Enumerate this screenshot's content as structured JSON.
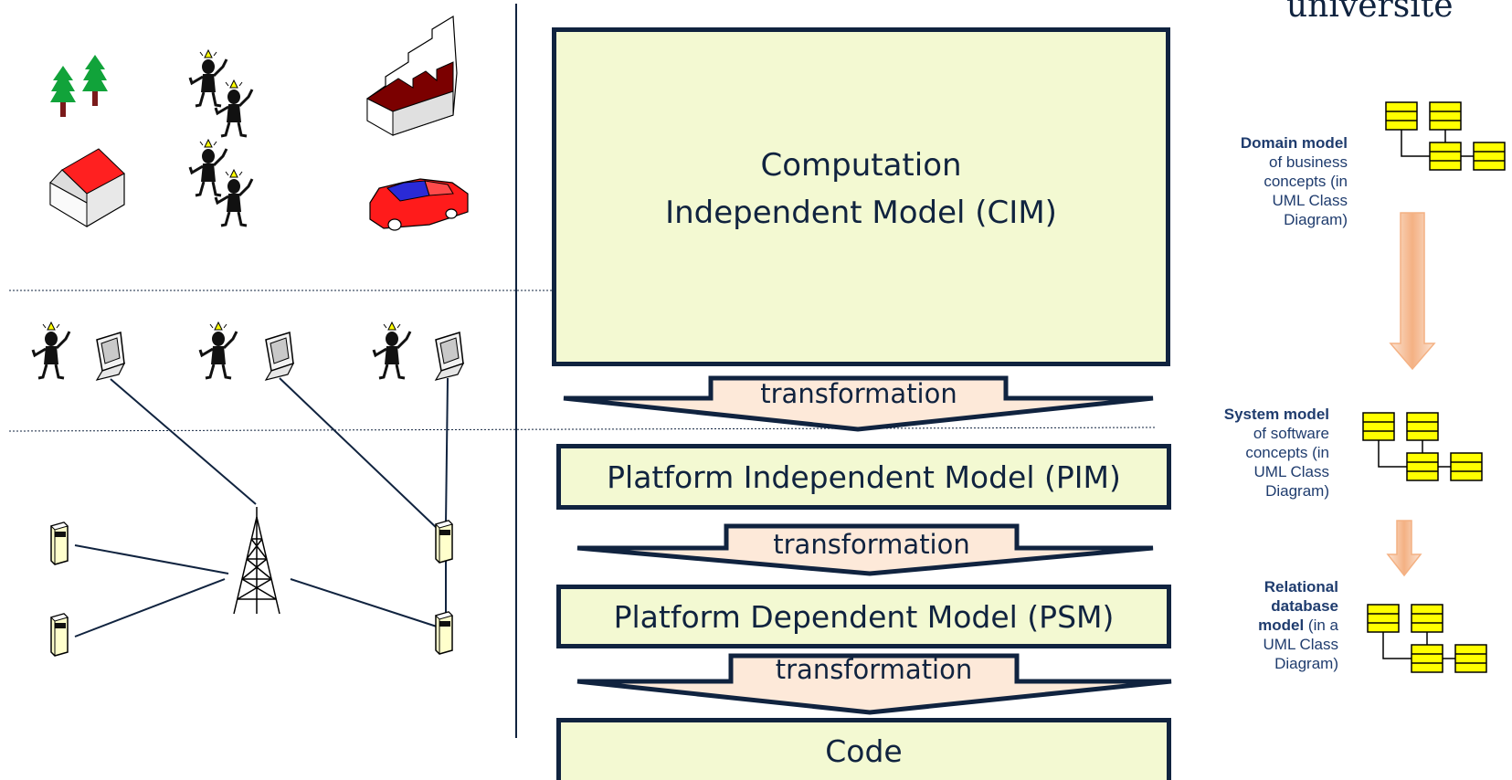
{
  "brand": {
    "text": "universite"
  },
  "models": {
    "cim": {
      "line1": "Computation",
      "line2": "Independent Model (CIM)"
    },
    "pim": {
      "label": "Platform Independent Model (PIM)"
    },
    "psm": {
      "label": "Platform Dependent Model (PSM)"
    },
    "code": {
      "label": "Code"
    }
  },
  "transformations": [
    "transformation",
    "transformation",
    "transformation"
  ],
  "notes": {
    "domain": {
      "bold": "Domain model",
      "rest": [
        "of business",
        "concepts (in",
        "UML Class",
        "Diagram)"
      ]
    },
    "system": {
      "bold": "System model",
      "rest": [
        "of software",
        "concepts (in",
        "UML Class",
        "Diagram)"
      ]
    },
    "relational": {
      "bold": [
        "Relational",
        "database",
        "model"
      ],
      "inline_rest": " (in a",
      "rest": [
        "UML Class",
        "Diagram)"
      ]
    }
  },
  "colors": {
    "navy": "#10233f",
    "box_fill": "#f3f9d2",
    "trans_fill": "#fde9d9",
    "class_yellow": "#ffff00",
    "arrow_orange": "#f4b183",
    "note_text": "#1f3c6e"
  },
  "icons": [
    "tree-icon",
    "person-icon",
    "factory-icon",
    "house-icon",
    "car-icon",
    "computer-icon",
    "server-icon",
    "antenna-tower-icon",
    "uml-class-diagram-icon",
    "down-arrow-icon"
  ]
}
